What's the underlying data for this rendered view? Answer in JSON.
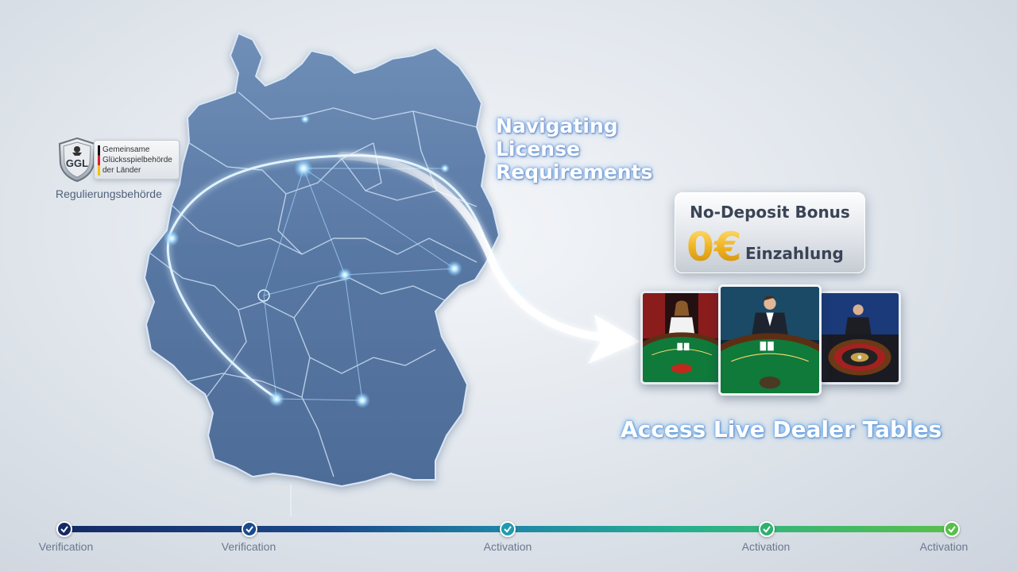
{
  "regulator": {
    "abbreviation": "GGL",
    "name_lines": [
      "Gemeinsame",
      "Glücksspielbehörde",
      "der Länder"
    ],
    "caption": "Regulierungsbehörde"
  },
  "headline": {
    "lines": [
      "Navigating",
      "License",
      "Requirements"
    ]
  },
  "bonus": {
    "title": "No-Deposit Bonus",
    "amount": "0€",
    "subtitle": "Einzahlung"
  },
  "live_tables": {
    "tiles": [
      "blackjack-table-female-dealer",
      "blackjack-table-male-dealer",
      "roulette-table-male-dealer"
    ],
    "caption": "Access Live Dealer Tables"
  },
  "progress": {
    "steps": [
      {
        "label": "Verification",
        "color": "#152a66"
      },
      {
        "label": "Verification",
        "color": "#1a4a8c"
      },
      {
        "label": "Activation",
        "color": "#1f9bb0"
      },
      {
        "label": "Activation",
        "color": "#2fb070"
      },
      {
        "label": "Activation",
        "color": "#58c04a"
      }
    ]
  },
  "colors": {
    "map_fill": "#5b7aa6",
    "glow": "#bfe6ff",
    "gold": "#f0b322"
  }
}
